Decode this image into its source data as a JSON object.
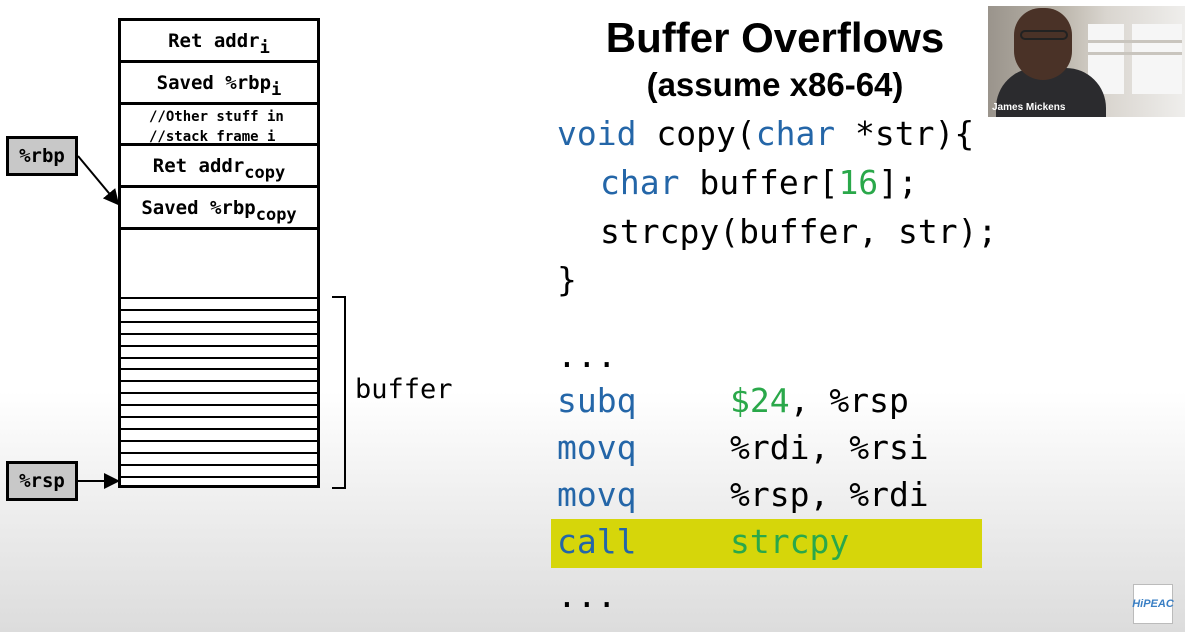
{
  "slide": {
    "title": "Buffer Overflows",
    "subtitle": "(assume x86-64)"
  },
  "stack": {
    "cells": [
      {
        "base": "Ret addr",
        "sub": "i"
      },
      {
        "base": "Saved %rbp",
        "sub": "i"
      },
      {
        "note_line1": "//Other stuff in",
        "note_line2": "//stack frame i"
      },
      {
        "base": "Ret addr",
        "sub": "copy"
      },
      {
        "base": "Saved %rbp",
        "sub": "copy"
      }
    ],
    "buffer_label": "buffer",
    "registers": {
      "rbp": "%rbp",
      "rsp": "%rsp"
    }
  },
  "code": {
    "c_source": {
      "line1_kw1": "void",
      "line1_mid": " copy(",
      "line1_kw2": "char",
      "line1_end": " *str){",
      "line2_kw": "char",
      "line2_mid": " buffer[",
      "line2_num": "16",
      "line2_end": "];",
      "line3": "strcpy(buffer, str);",
      "line4": "}"
    },
    "asm": [
      {
        "op": "...",
        "args": ""
      },
      {
        "op": "subq",
        "num": "$24",
        "args": ", %rsp"
      },
      {
        "op": "movq",
        "args": "%rdi, %rsi"
      },
      {
        "op": "movq",
        "args": "%rsp, %rdi"
      },
      {
        "op": "call",
        "args": "strcpy",
        "highlighted": true
      },
      {
        "op": "...",
        "args": ""
      }
    ]
  },
  "webcam": {
    "name": "James Mickens"
  },
  "logo": {
    "text": "HiPEAC"
  },
  "colors": {
    "keyword": "#2466a8",
    "number": "#2aa84a",
    "highlight": "#d6d60a",
    "register_box": "#c8c8c8"
  }
}
